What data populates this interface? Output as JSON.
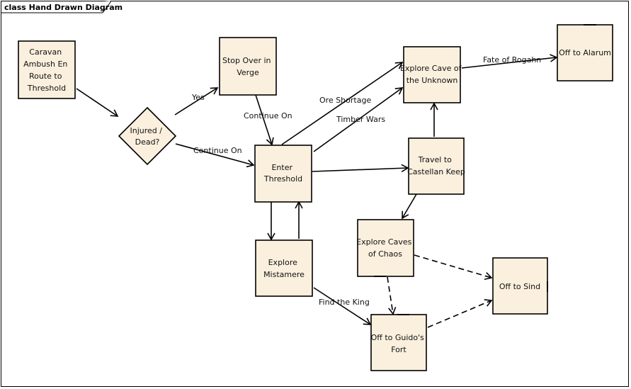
{
  "diagram": {
    "title": "class Hand Drawn Diagram",
    "colors": {
      "node_fill": "#FBF0DE",
      "stroke": "#000000"
    },
    "nodes": {
      "caravan": [
        "Caravan",
        "Ambush En",
        "Route to",
        "Threshold"
      ],
      "injured": [
        "Injured /",
        "Dead?"
      ],
      "stopover": [
        "Stop Over in",
        "Verge"
      ],
      "threshold": [
        "Enter",
        "Threshold"
      ],
      "mistamere": [
        "Explore",
        "Mistamere"
      ],
      "cave_unknown": [
        "Explore Cave of",
        "the Unknown"
      ],
      "alarum": [
        "Off to Alarum"
      ],
      "castellan": [
        "Travel to",
        "Castellan Keep"
      ],
      "chaos": [
        "Explore Caves",
        "of Chaos"
      ],
      "sind": [
        "Off to Sind"
      ],
      "guido": [
        "Off to Guido's",
        "Fort"
      ]
    },
    "edge_labels": {
      "yes": "Yes",
      "continue_on_1": "Continue On",
      "continue_on_2": "Continue On",
      "ore_shortage": "Ore Shortage",
      "timber_wars": "Timber Wars",
      "fate_of_rogahn": "Fate of Rogahn",
      "find_the_king": "Find the King"
    }
  }
}
